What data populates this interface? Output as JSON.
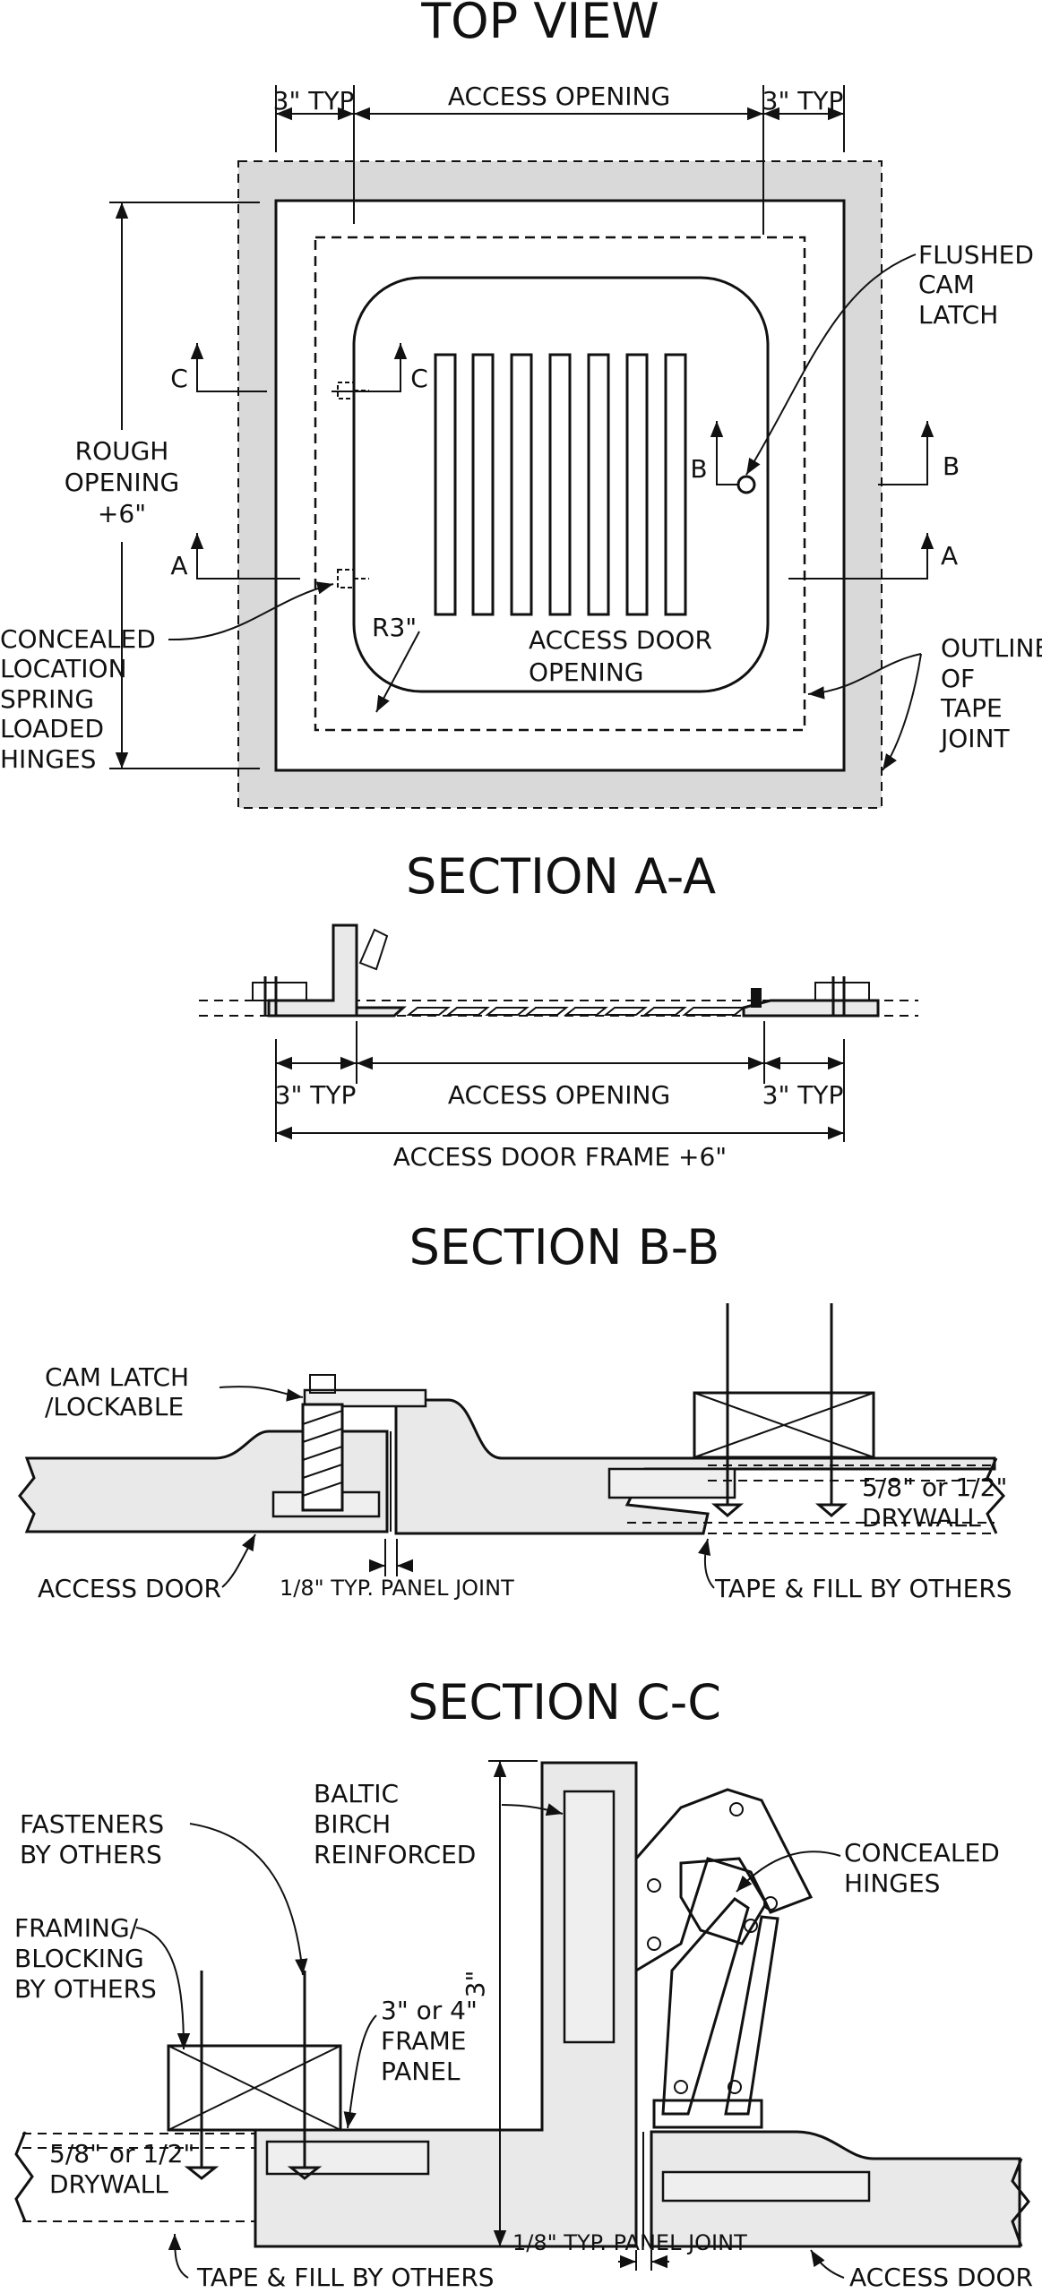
{
  "top_view": {
    "title": "TOP VIEW",
    "dim_typ_left": "3\" TYP",
    "dim_access_opening": "ACCESS OPENING",
    "dim_typ_right": "3\" TYP",
    "rough_opening_lines": [
      "ROUGH",
      "OPENING",
      "+6\""
    ],
    "cam_latch_lines": [
      "FLUSHED",
      "CAM",
      "LATCH"
    ],
    "hinges_lines": [
      "CONCEALED",
      "LOCATION",
      "SPRING",
      "LOADED",
      "HINGES"
    ],
    "tape_lines": [
      "OUTLINE",
      "OF",
      "TAPE",
      "JOINT"
    ],
    "radius": "R3\"",
    "door_opening_lines": [
      "ACCESS DOOR",
      "OPENING"
    ],
    "cut_a": "A",
    "cut_b": "B",
    "cut_c": "C"
  },
  "section_aa": {
    "title": "SECTION A-A",
    "dim_typ_left": "3\" TYP",
    "dim_access_opening": "ACCESS OPENING",
    "dim_typ_right": "3\" TYP",
    "dim_frame": "ACCESS DOOR FRAME +6\""
  },
  "section_bb": {
    "title": "SECTION B-B",
    "cam_latch_lines": [
      "CAM LATCH",
      "/LOCKABLE"
    ],
    "drywall_lines": [
      "5/8\" or 1/2\"",
      "DRYWALL"
    ],
    "access_door": "ACCESS DOOR",
    "panel_joint": "1/8\" TYP. PANEL JOINT",
    "tape_fill": "TAPE & FILL BY OTHERS"
  },
  "section_cc": {
    "title": "SECTION C-C",
    "fasteners_lines": [
      "FASTENERS",
      "BY OTHERS"
    ],
    "baltic_lines": [
      "BALTIC",
      "BIRCH",
      "REINFORCED"
    ],
    "hinges_lines": [
      "CONCEALED",
      "HINGES"
    ],
    "framing_lines": [
      "FRAMING/",
      "BLOCKING",
      "BY OTHERS"
    ],
    "frame_panel_lines": [
      "3\" or 4\"",
      "FRAME",
      "PANEL"
    ],
    "height_dim": "3\"",
    "drywall_lines": [
      "5/8\" or 1/2\"",
      "DRYWALL"
    ],
    "panel_joint": "1/8\" TYP. PANEL JOINT",
    "tape_fill": "TAPE & FILL BY OTHERS",
    "access_door": "ACCESS DOOR"
  }
}
